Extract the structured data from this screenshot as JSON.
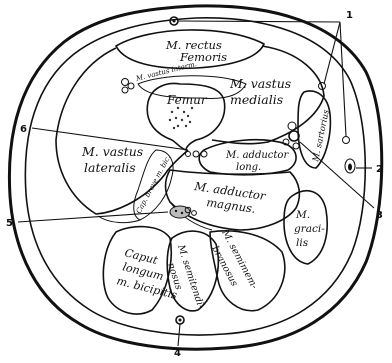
{
  "muscles": {
    "rectus_femoris": [
      "M. rectus",
      "Femoris"
    ],
    "vastus_intermedius": "M. vastus interm.",
    "femur": "Femur",
    "vastus_medialis": [
      "M. vastus",
      "medialis"
    ],
    "vastus_lateralis": [
      "M. vastus",
      "lateralis"
    ],
    "sartorius": "M. sartorius",
    "adductor_longus": [
      "M. adductor",
      "long."
    ],
    "adductor_magnus": [
      "M. adductor",
      "magnus."
    ],
    "caput_breve": "Cap. breve m. bic.",
    "gracilis": [
      "M.",
      "graci-",
      "lis"
    ],
    "caput_longum": [
      "Caput",
      "longum",
      "m. bicipitis"
    ],
    "semitendinosus": [
      "M. semitendi-",
      "nosus"
    ],
    "semimembranosus": [
      "M. semimem-",
      "branosus"
    ]
  },
  "callouts": [
    "1",
    "2",
    "3",
    "4",
    "5",
    "6"
  ]
}
